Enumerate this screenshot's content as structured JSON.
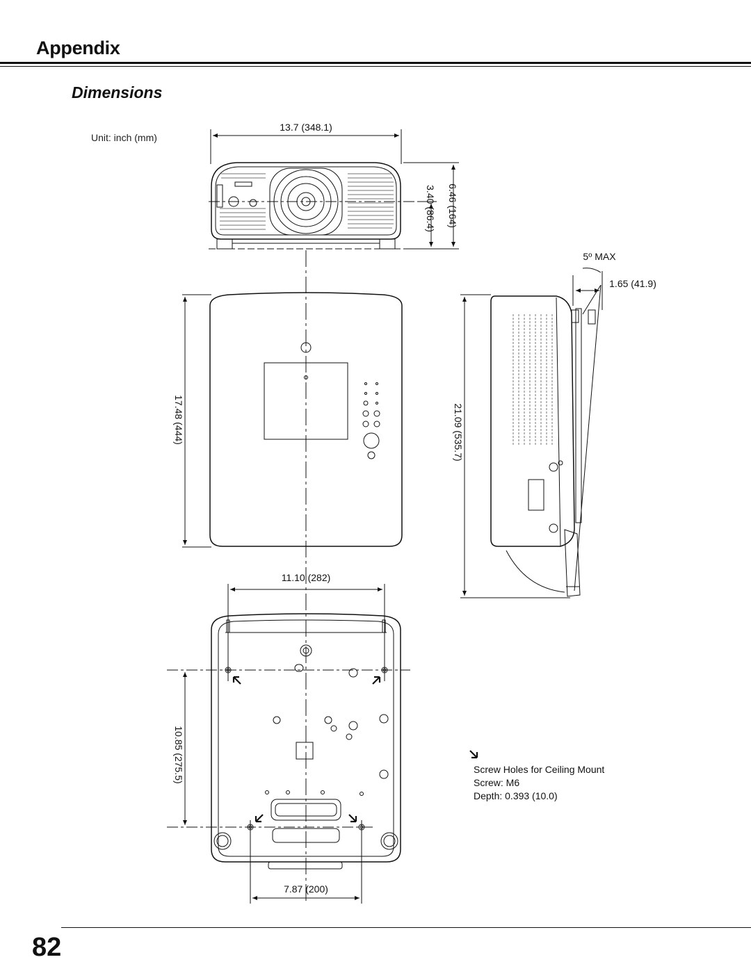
{
  "header": {
    "section": "Appendix",
    "title": "Dimensions"
  },
  "unit_label": "Unit: inch (mm)",
  "dimensions": {
    "front_width": "13.7 (348.1)",
    "front_height_inner": "3.40 (86.4)",
    "front_height_total": "6.46 (164)",
    "top_depth": "17.48 (444)",
    "side_tilt": "5º MAX",
    "side_offset": "1.65 (41.9)",
    "side_length": "21.09 (535.7)",
    "bottom_width_outer": "11.10 (282)",
    "bottom_depth": "10.85 (275.5)",
    "bottom_width_inner": "7.87 (200)"
  },
  "note": {
    "line1": "Screw Holes for Ceiling Mount",
    "line2": "Screw: M6",
    "line3": "Depth: 0.393 (10.0)"
  },
  "page_number": "82"
}
